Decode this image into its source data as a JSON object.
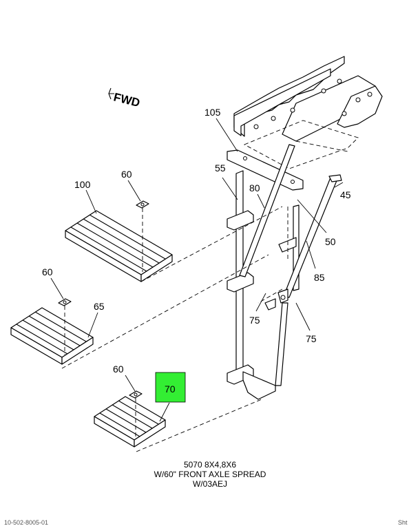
{
  "orientation_label": "FWD",
  "callouts": {
    "c100": "100",
    "c60_top": "60",
    "c60_mid": "60",
    "c60_bottom": "60",
    "c65": "65",
    "c70": "70",
    "c105": "105",
    "c55": "55",
    "c80": "80",
    "c45": "45",
    "c50": "50",
    "c85": "85",
    "c75_left": "75",
    "c75_right": "75"
  },
  "highlight_color": "#33ee33",
  "caption": {
    "line1": "5070 8X4,8X6",
    "line2": "W/60\" FRONT AXLE SPREAD",
    "line3": "W/03AEJ"
  },
  "footer": {
    "left": "10-502-8005-01",
    "right": "Sht"
  }
}
